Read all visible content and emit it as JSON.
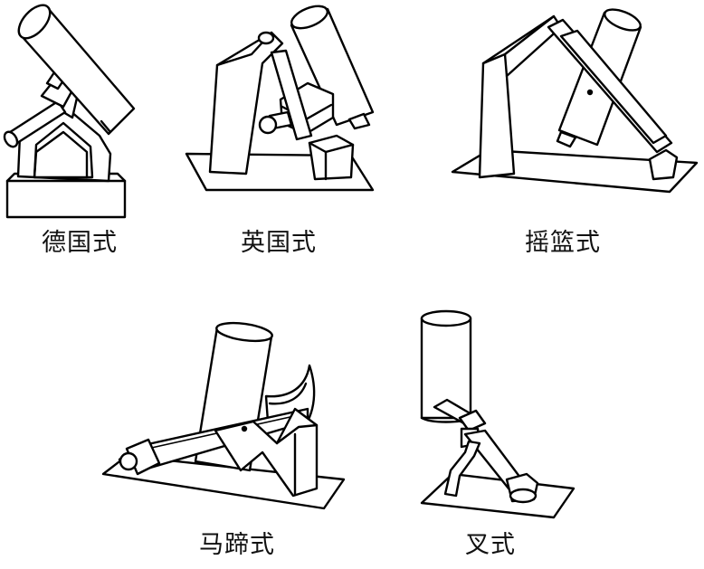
{
  "mounts": [
    {
      "id": "german",
      "label": "德国式",
      "icon": "german-equatorial-mount-illustration"
    },
    {
      "id": "english",
      "label": "英国式",
      "icon": "english-equatorial-mount-illustration"
    },
    {
      "id": "cradle",
      "label": "摇篮式",
      "icon": "cradle-mount-illustration"
    },
    {
      "id": "horseshoe",
      "label": "马蹄式",
      "icon": "horseshoe-mount-illustration"
    },
    {
      "id": "fork",
      "label": "叉式",
      "icon": "fork-mount-illustration"
    }
  ],
  "colors": {
    "line": "#000000",
    "fill": "#ffffff",
    "text": "#111111"
  }
}
